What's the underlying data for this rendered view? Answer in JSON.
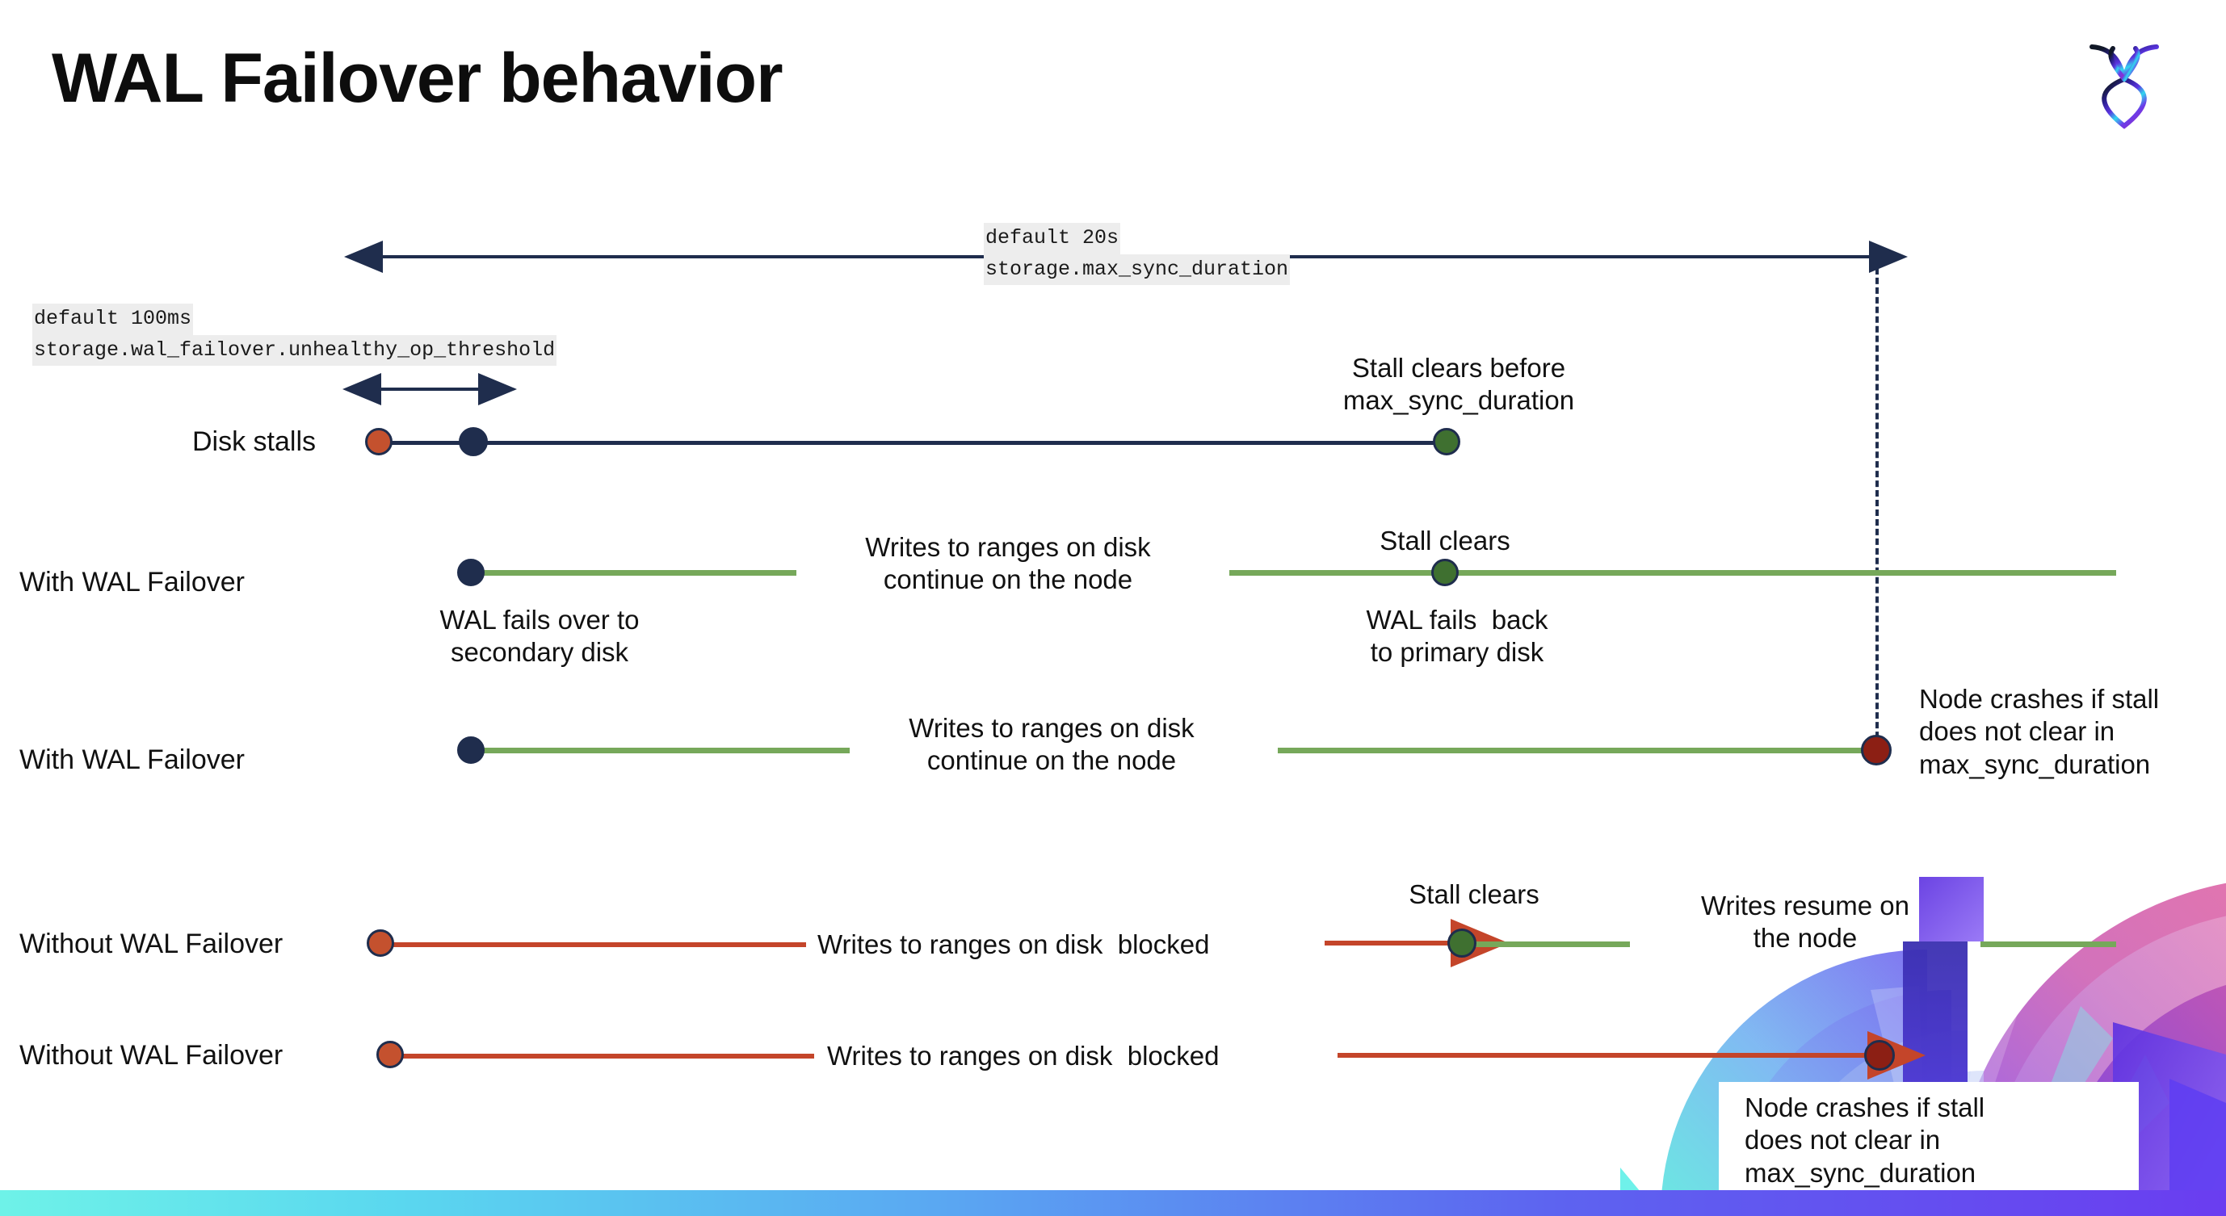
{
  "slide": {
    "title": "WAL Failover behavior",
    "logo_icon": "cockroach-labs-logo-icon",
    "brand_colors": {
      "navy": "#1f2d4d",
      "green": "#76a85a",
      "green_dot": "#3f7030",
      "orange": "#c4512e",
      "red_line": "#c4452a",
      "dark_red": "#8c1f14",
      "code_bg": "#ededed"
    }
  },
  "annotations": {
    "max_sync_duration": {
      "default": "default 20s",
      "setting": "storage.max_sync_duration"
    },
    "unhealthy_op_threshold": {
      "default": "default 100ms",
      "setting": "storage.wal_failover.unhealthy_op_threshold"
    }
  },
  "rows": [
    {
      "id": "disk-stalls",
      "label": "Disk stalls",
      "notes": [
        "Stall clears before\nmax_sync_duration"
      ]
    },
    {
      "id": "with-wal-failover-1",
      "label": "With WAL Failover",
      "notes": [
        "Writes to ranges on disk\ncontinue on the node",
        "Stall clears",
        "WAL fails over to\nsecondary disk",
        "WAL fails  back\nto primary disk"
      ]
    },
    {
      "id": "with-wal-failover-2",
      "label": "With WAL Failover",
      "notes": [
        "Writes to ranges on disk\ncontinue on the node",
        "Node crashes if stall\ndoes not clear in\nmax_sync_duration"
      ]
    },
    {
      "id": "without-wal-failover-1",
      "label": "Without WAL Failover",
      "notes": [
        "Writes to ranges on disk  blocked",
        "Stall clears",
        "Writes resume on\nthe node"
      ]
    },
    {
      "id": "without-wal-failover-2",
      "label": "Without WAL Failover",
      "notes": [
        "Writes to ranges on disk  blocked",
        "Node crashes if stall\ndoes not clear in\nmax_sync_duration"
      ]
    }
  ]
}
